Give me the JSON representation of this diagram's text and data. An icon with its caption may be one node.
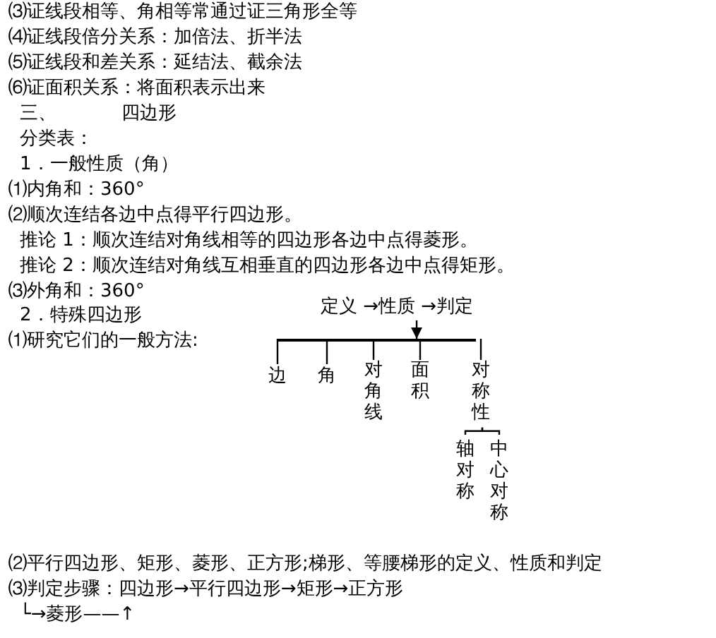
{
  "diagram": {
    "nodes": [
      {
        "text": [
          "定义 →性质 →判定"
        ]
      },
      {
        "text": [],
        "shape": "bar"
      },
      {
        "text": [
          "边"
        ]
      },
      {
        "text": [
          "角"
        ]
      },
      {
        "text": [
          "对角线"
        ]
      },
      {
        "text": [
          "面积"
        ]
      },
      {
        "text": [
          "对称性"
        ]
      },
      {
        "text": [
          "轴对称"
        ]
      },
      {
        "text": [
          "中心对称"
        ]
      }
    ],
    "edges": [
      {
        "from": 0,
        "to": 1,
        "arrow": "to"
      },
      {
        "from": 1,
        "to": 2,
        "arrow": "none"
      },
      {
        "from": 1,
        "to": 3,
        "arrow": "none"
      },
      {
        "from": 1,
        "to": 4,
        "arrow": "none"
      },
      {
        "from": 1,
        "to": 5,
        "arrow": "none"
      },
      {
        "from": 1,
        "to": 6,
        "arrow": "none"
      },
      {
        "from": 6,
        "to": 7,
        "arrow": "none"
      },
      {
        "from": 6,
        "to": 8,
        "arrow": "none"
      }
    ],
    "labels": [
      "⑶证线段相等、角相等常通过证三角形全等",
      "⑷证线段倍分关系：加倍法、折半法",
      "⑸证线段和差关系：延结法、截余法",
      "⑹证面积关系：将面积表示出来",
      "三、",
      "四边形",
      "分类表：",
      "1．一般性质（角）",
      "⑴内角和：360°",
      "⑵顺次连结各边中点得平行四边形。",
      "推论 1：顺次连结对角线相等的四边形各边中点得菱形。",
      "推论 2：顺次连结对角线互相垂直的四边形各边中点得矩形。",
      "⑶外角和：360°",
      "2．特殊四边形",
      "⑴研究它们的一般方法:",
      "⑵平行四边形、矩形、菱形、正方形;梯形、等腰梯形的定义、性质和判定",
      "⑶判定步骤：四边形→平行四边形→矩形→正方形",
      "└→菱形——↑"
    ]
  }
}
